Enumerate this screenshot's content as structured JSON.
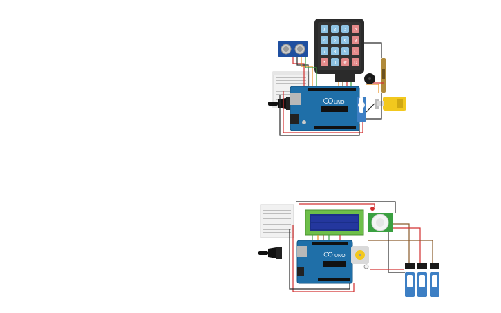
{
  "canvas": {
    "background": "#ffffff"
  },
  "circuit_top": {
    "board_label": "UNO",
    "keypad": {
      "keys": [
        [
          "1",
          "2",
          "3",
          "A"
        ],
        [
          "4",
          "5",
          "6",
          "B"
        ],
        [
          "7",
          "8",
          "9",
          "C"
        ],
        [
          "*",
          "0",
          "#",
          "D"
        ]
      ],
      "digit_key_color": "#8fc3e3",
      "letter_key_color": "#e48a8a"
    },
    "components": [
      "ultrasonic-sensor",
      "keypad",
      "buzzer",
      "potentiometer",
      "servo",
      "dc-motor",
      "breadboard",
      "arduino-uno",
      "power-jack"
    ]
  },
  "circuit_bottom": {
    "board_label": "UNO",
    "components": [
      "lcd",
      "pir-sensor",
      "photoresistor",
      "dc-motor",
      "servo-1",
      "servo-2",
      "servo-3",
      "breadboard",
      "arduino-uno",
      "power-jack"
    ]
  },
  "colors": {
    "arduino": "#1f6fa8",
    "wire_red": "#d23030",
    "wire_black": "#2a2a2a",
    "wire_orange": "#e89020",
    "wire_green": "#3aa040",
    "wire_brown": "#8a5a2a",
    "lcd_green": "#6ebf4a",
    "lcd_screen": "#1b2f8a",
    "servo_blue": "#3d7fc4",
    "motor_yellow": "#f2c81e"
  }
}
